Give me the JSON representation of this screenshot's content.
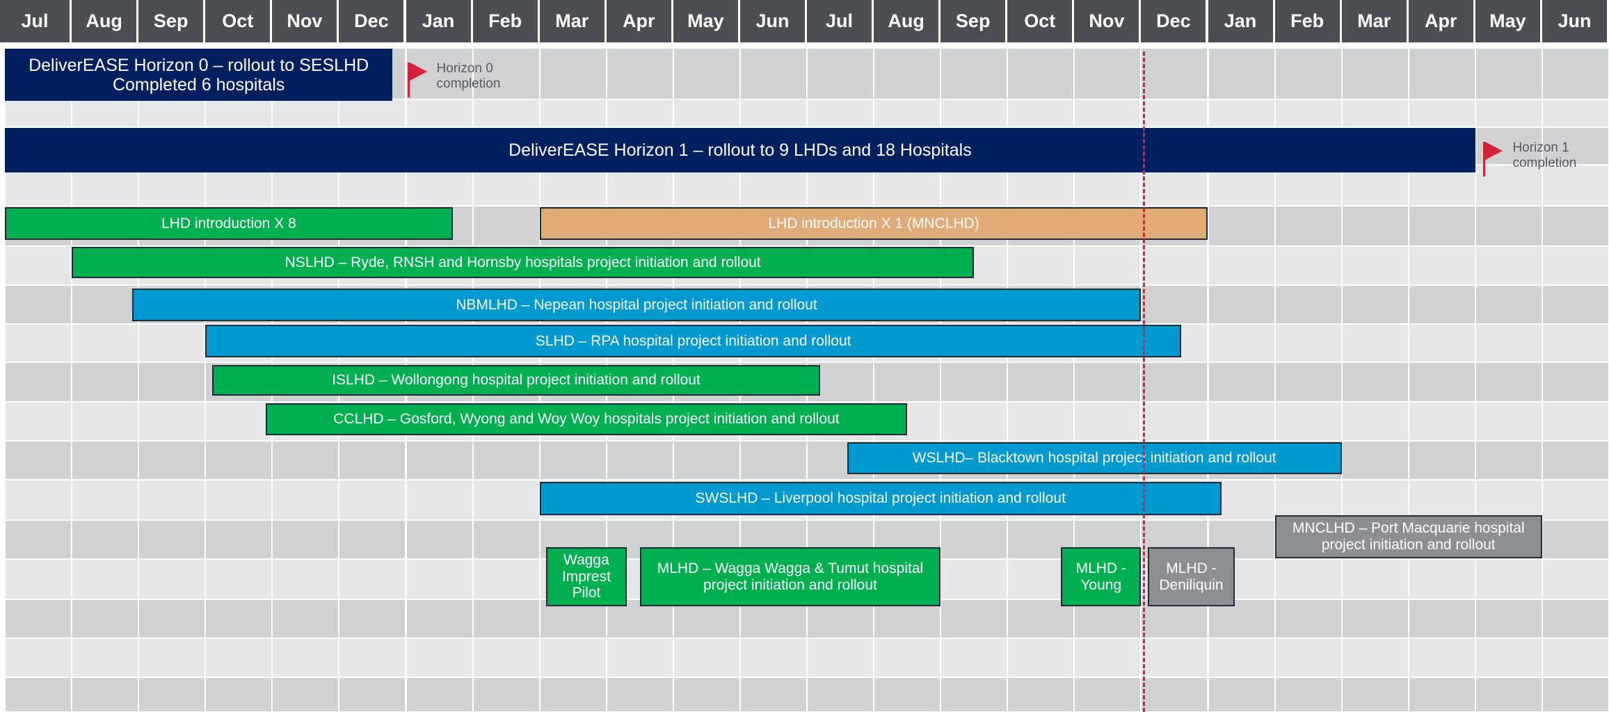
{
  "chart_data": {
    "type": "gantt",
    "months": [
      "Jul",
      "Aug",
      "Sep",
      "Oct",
      "Nov",
      "Dec",
      "Jan",
      "Feb",
      "Mar",
      "Apr",
      "May",
      "Jun",
      "Jul",
      "Aug",
      "Sep",
      "Oct",
      "Nov",
      "Dec",
      "Jan",
      "Feb",
      "Mar",
      "Apr",
      "May",
      "Jun"
    ],
    "today_marker_month": 17.0,
    "tasks": [
      {
        "label": "DeliverEASE Horizon 0 –  rollout to SESLHD\nCompleted 6 hospitals",
        "start": 0.0,
        "end": 5.8,
        "row": 0,
        "color": "navy"
      },
      {
        "label": "DeliverEASE Horizon 1 – rollout to 9 LHDs and 18 Hospitals",
        "start": 0.0,
        "end": 22.0,
        "row": 1,
        "color": "navy"
      },
      {
        "label": "LHD introduction X 8",
        "start": 0.0,
        "end": 6.7,
        "row": 2,
        "color": "green"
      },
      {
        "label": "LHD introduction X 1 (MNCLHD)",
        "start": 8.0,
        "end": 18.0,
        "row": 2,
        "color": "tan"
      },
      {
        "label": "NSLHD – Ryde, RNSH and Hornsby hospitals project initiation and rollout",
        "start": 1.0,
        "end": 14.5,
        "row": 3,
        "color": "green"
      },
      {
        "label": "NBMLHD – Nepean hospital project initiation and rollout",
        "start": 1.9,
        "end": 17.0,
        "row": 4,
        "color": "blue"
      },
      {
        "label": "SLHD – RPA hospital project initiation and rollout",
        "start": 3.0,
        "end": 17.6,
        "row": 5,
        "color": "blue"
      },
      {
        "label": "ISLHD – Wollongong hospital project initiation and rollout",
        "start": 3.1,
        "end": 12.2,
        "row": 6,
        "color": "green"
      },
      {
        "label": "CCLHD – Gosford, Wyong and Woy Woy hospitals project initiation and rollout",
        "start": 3.9,
        "end": 13.5,
        "row": 7,
        "color": "green"
      },
      {
        "label": "WSLHD– Blacktown hospital project initiation and rollout",
        "start": 12.6,
        "end": 20.0,
        "row": 8,
        "color": "blue"
      },
      {
        "label": "SWSLHD – Liverpool hospital project initiation and rollout",
        "start": 8.0,
        "end": 18.2,
        "row": 9,
        "color": "blue"
      },
      {
        "label": "MNCLHD – Port Macquarie hospital project initiation and rollout",
        "start": 19.0,
        "end": 23.0,
        "row": 10,
        "color": "grey"
      },
      {
        "label": "Wagga\nImprest\nPilot",
        "start": 8.1,
        "end": 9.3,
        "row": 11,
        "color": "green"
      },
      {
        "label": "MLHD – Wagga Wagga & Tumut hospital\nproject initiation and rollout",
        "start": 9.5,
        "end": 14.0,
        "row": 11,
        "color": "green"
      },
      {
        "label": "MLHD -\nYoung",
        "start": 15.8,
        "end": 17.0,
        "row": 11,
        "color": "green"
      },
      {
        "label": "MLHD -\nDeniliquin",
        "start": 17.1,
        "end": 18.4,
        "row": 11,
        "color": "grey"
      }
    ],
    "milestones": [
      {
        "label": "Horizon 0\ncompletion",
        "month": 6.0,
        "row": 0
      },
      {
        "label": "Horizon 1\ncompletion",
        "month": 22.1,
        "row": 1
      }
    ]
  },
  "colors": {
    "navy": "#002060",
    "green": "#00b050",
    "blue": "#0099d0",
    "tan": "#e0ab76",
    "grey": "#8c8f92",
    "header": "#4b4f54",
    "grid_dark": "#cfd1d3",
    "grid_light": "#e6e7e8",
    "today_line": "#d6203a",
    "flag": "#d6203a"
  },
  "icons": [
    "red-flag-icon"
  ]
}
